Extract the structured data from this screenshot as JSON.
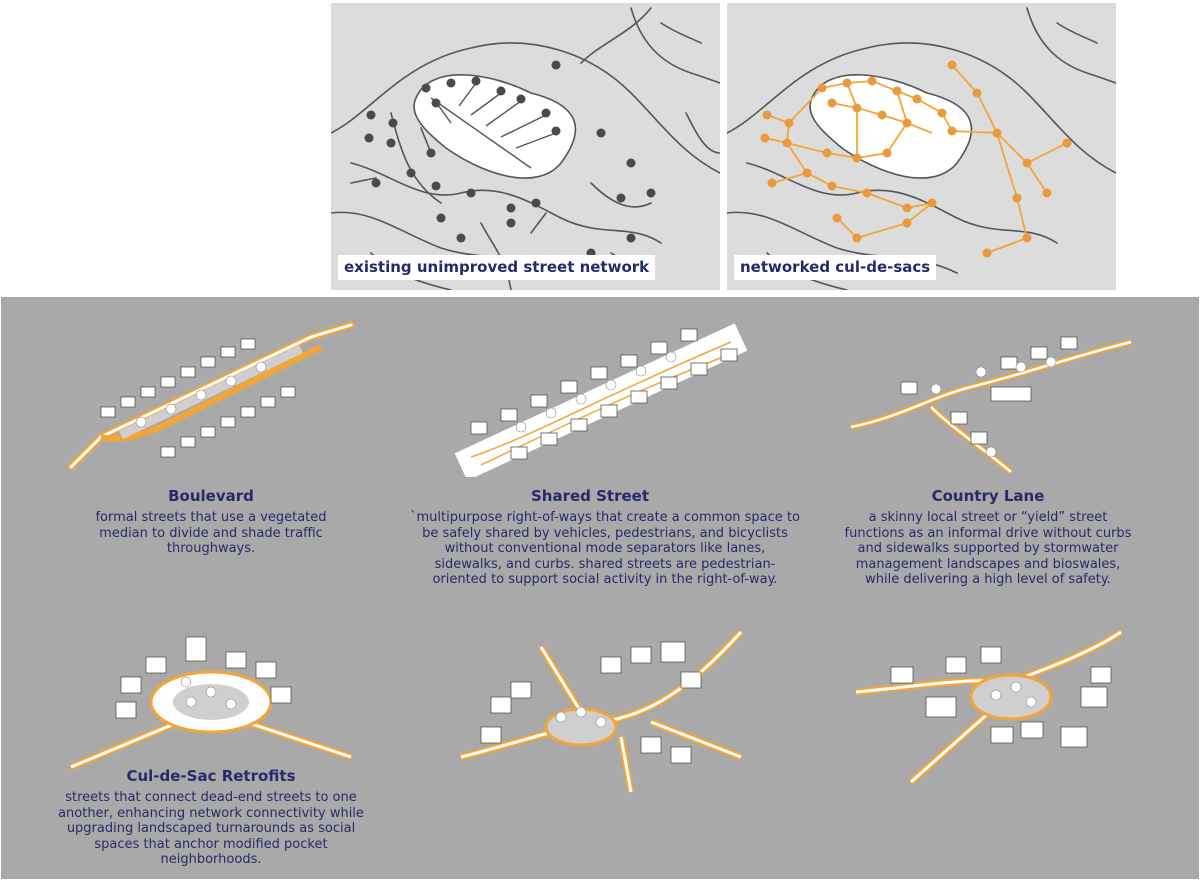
{
  "top_maps": {
    "existing_label": "existing unimproved street network",
    "networked_label": "networked cul-de-sacs"
  },
  "street_types": [
    {
      "title": "Boulevard",
      "description": "formal streets that use a vegetated median to divide and shade traffic throughways."
    },
    {
      "title": "Shared Street",
      "description": "`multipurpose right-of-ways that create a common space to be safely shared by vehicles, pedestrians, and bicyclists without conventional mode separators like lanes, sidewalks, and curbs. shared streets are pedestrian-oriented to support social activity in the right-of-way."
    },
    {
      "title": "Country Lane",
      "description": "a skinny local street or “yield” street functions as an informal drive without curbs and sidewalks supported by stormwater management landscapes and bioswales, while delivering a high level of safety."
    },
    {
      "title": "Cul-de-Sac Retrofits",
      "description": "streets that connect dead-end streets to one another, enhancing network connectivity while upgrading landscaped turnarounds as social spaces that anchor modified pocket neighborhoods."
    }
  ],
  "colors": {
    "title_navy": "#262a6b",
    "map_bg": "#dcdcdc",
    "panel_bg": "#a9a9a9",
    "street_orange": "#f3a536",
    "node_dark": "#4a4a4a",
    "node_orange": "#e89a3c"
  }
}
